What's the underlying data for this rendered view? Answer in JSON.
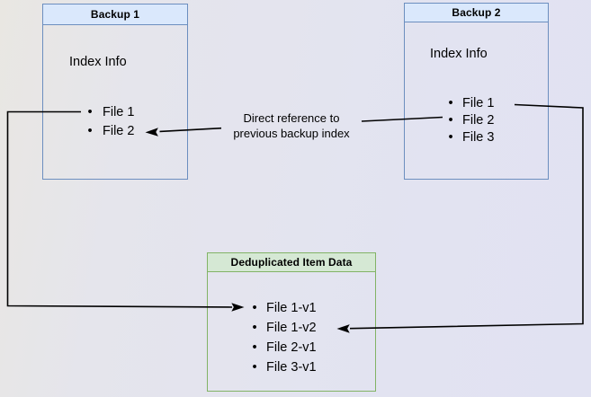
{
  "backup1": {
    "title": "Backup 1",
    "subtitle": "Index Info",
    "items": [
      "File 1",
      "File 2"
    ]
  },
  "backup2": {
    "title": "Backup 2",
    "subtitle": "Index Info",
    "items": [
      "File 1",
      "File 2",
      "File 3"
    ]
  },
  "dedup": {
    "title": "Deduplicated Item Data",
    "items": [
      "File 1-v1",
      "File 1-v2",
      "File 2-v1",
      "File 3-v1"
    ]
  },
  "annotation": {
    "line1": "Direct reference to",
    "line2": "previous backup index"
  },
  "colors": {
    "blue_fill": "#dae8fc",
    "blue_border": "#6c8ebf",
    "green_fill": "#d5e8d4",
    "green_border": "#82b366",
    "arrow": "#000000"
  }
}
